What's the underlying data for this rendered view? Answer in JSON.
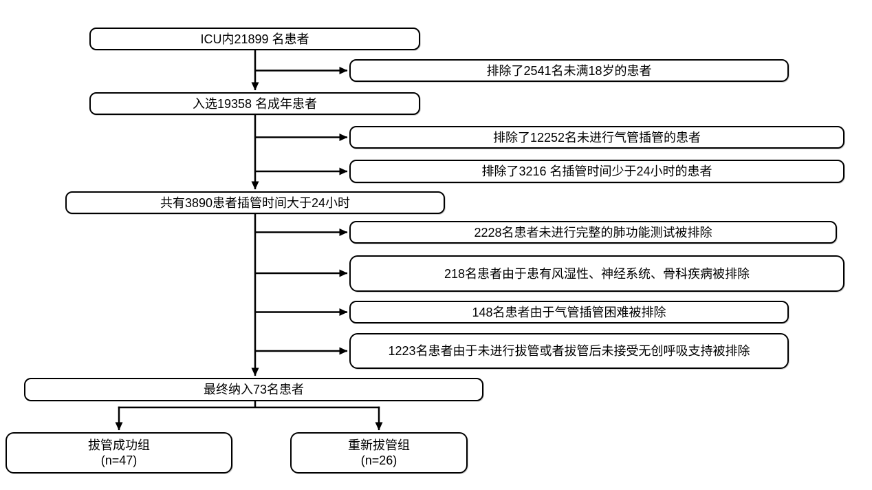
{
  "canvas": {
    "background_color": "#ffffff",
    "line_color": "#000000",
    "text_color": "#000000"
  },
  "diagram": {
    "type": "patient-flowchart",
    "boxes": {
      "icu": {
        "label": "ICU内21899 名患者"
      },
      "excluded_under18": {
        "label": "排除了2541名未满18岁的患者"
      },
      "adults": {
        "label": "入选19358 名成年患者"
      },
      "excluded_not_intubated": {
        "label": "排除了12252名未进行气管插管的患者"
      },
      "excluded_under24h": {
        "label": "排除了3216 名插管时间少于24小时的患者"
      },
      "intubated_over24h": {
        "label": "共有3890患者插管时间大于24小时"
      },
      "excluded_lung_test": {
        "label": "2228名患者未进行完整的肺功能测试被排除"
      },
      "excluded_diseases": {
        "label": "218名患者由于患有风湿性、神经系统、骨科疾病被排除"
      },
      "excluded_difficult": {
        "label": "148名患者由于气管插管困难被排除"
      },
      "excluded_no_extubation": {
        "label": "1223名患者由于未进行拔管或者拔管后未接受无创呼吸支持被排除"
      },
      "final_included": {
        "label": "最终纳入73名患者"
      },
      "success_group": {
        "label": "拔管成功组",
        "sublabel": "(n=47)"
      },
      "reintubation_group": {
        "label": "重新拔管组",
        "sublabel": "(n=26)"
      }
    }
  }
}
